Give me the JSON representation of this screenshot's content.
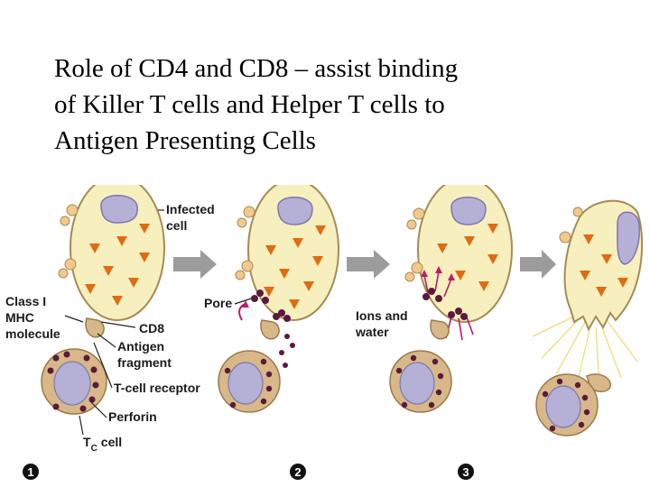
{
  "title_lines": [
    "Role of CD4 and CD8 – assist binding",
    "of Killer T cells and Helper T cells to",
    "Antigen Presenting Cells"
  ],
  "labels": {
    "infected_cell": [
      "Infected",
      "cell"
    ],
    "class_mhc": [
      "Class I",
      "MHC",
      "molecule"
    ],
    "cd8": "CD8",
    "antigen_fragment": [
      "Antigen",
      "fragment"
    ],
    "t_cell_receptor": "T-cell receptor",
    "perforin": "Perforin",
    "tc_cell": {
      "main": "T",
      "sub": "C",
      "suffix": "cell"
    },
    "pore": "Pore",
    "ions_water": [
      "Ions and",
      "water"
    ]
  },
  "steps": [
    "1",
    "2",
    "3"
  ],
  "colors": {
    "infected_cell_fill": "#f7efbe",
    "cell_outline": "#a58b55",
    "nucleus": "#b4b0d6",
    "antigen_triangle": "#e06b12",
    "arrow": "#9c9c9c",
    "perforin": "#5a1a3c",
    "t_cell_fill": "#d8b889",
    "rupture_lines": "#f2dc7a",
    "ion_arrows": "#c2186b"
  }
}
